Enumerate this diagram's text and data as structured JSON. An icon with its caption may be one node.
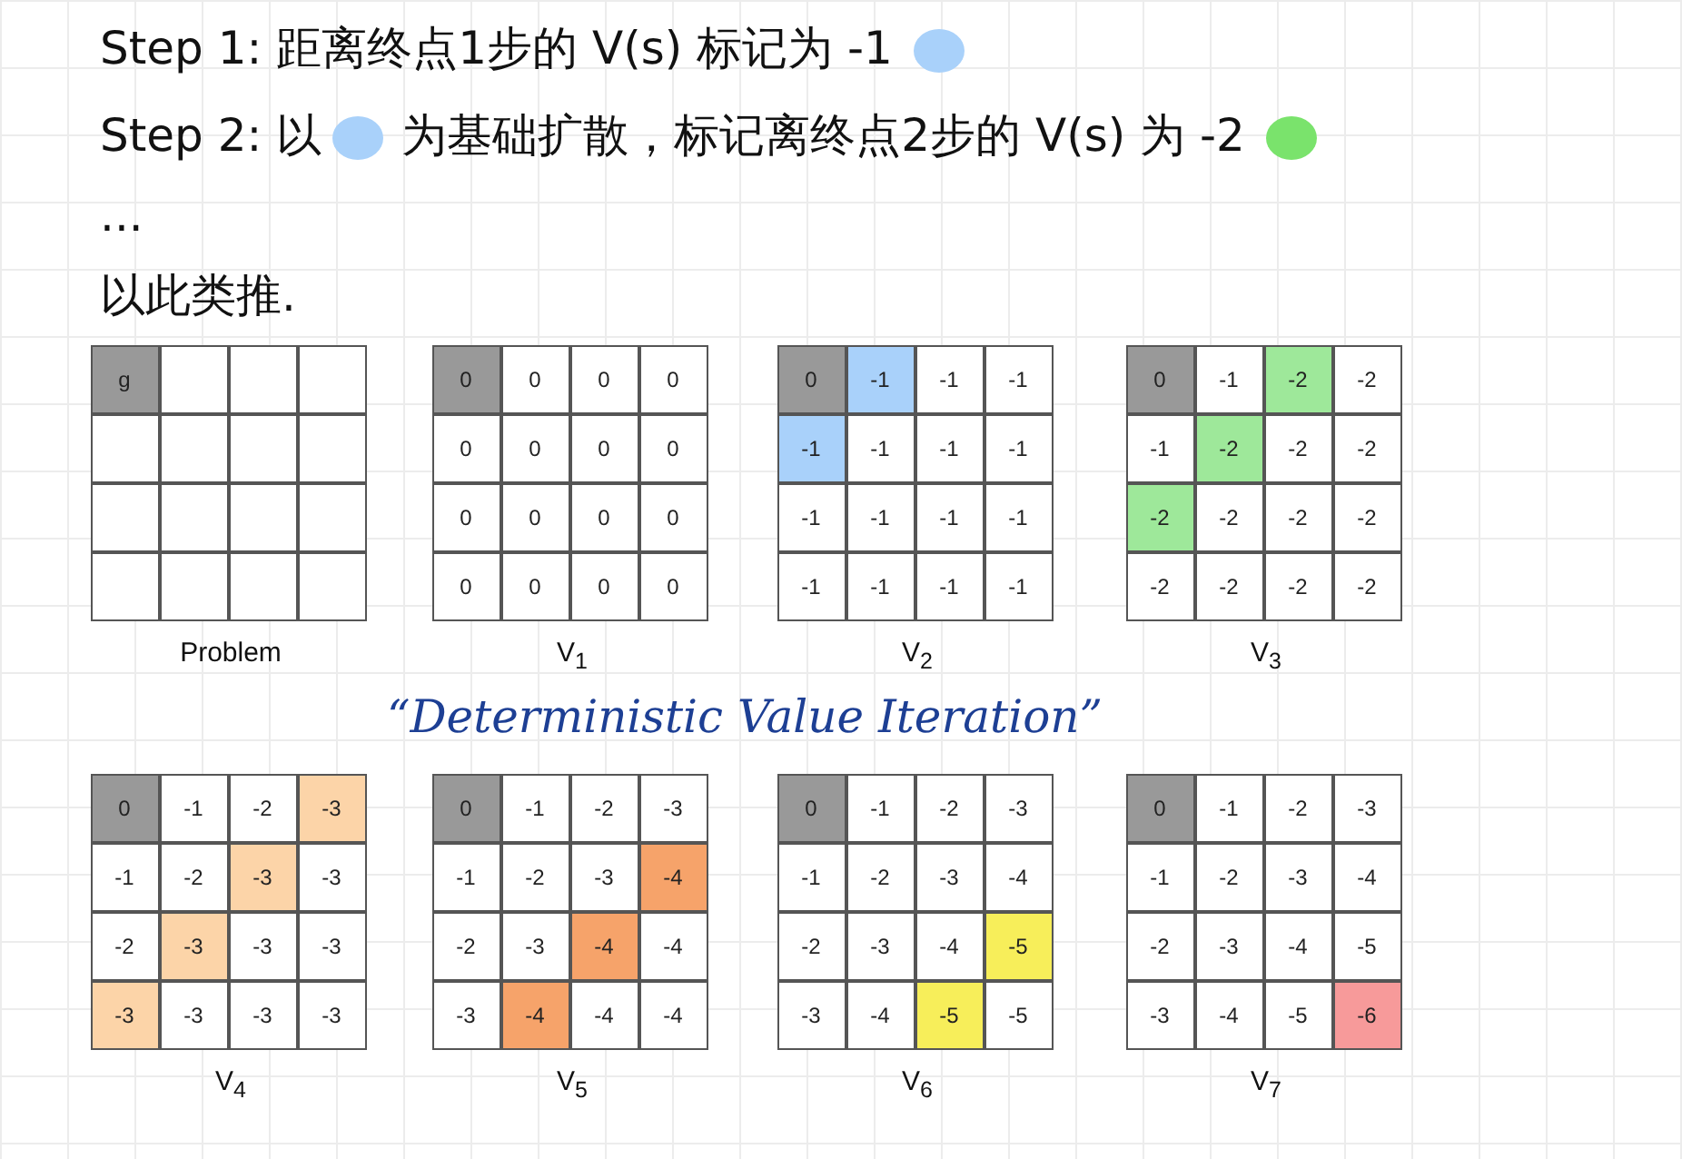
{
  "diagram": {
    "title": "“Deterministic Value Iteration”",
    "nodes": [
      {
        "text": [
          "Problem"
        ]
      },
      {
        "text": [
          "g"
        ],
        "in": 0
      },
      {
        "text": [],
        "shape": "box",
        "in": 0
      },
      {
        "text": [],
        "shape": "box",
        "in": 0
      },
      {
        "text": [],
        "shape": "box",
        "in": 0
      },
      {
        "text": [],
        "shape": "box",
        "in": 0
      },
      {
        "text": [],
        "shape": "box",
        "in": 0
      },
      {
        "text": [],
        "shape": "box",
        "in": 0
      },
      {
        "text": [],
        "shape": "box",
        "in": 0
      },
      {
        "text": [],
        "shape": "box",
        "in": 0
      },
      {
        "text": [],
        "shape": "box",
        "in": 0
      },
      {
        "text": [],
        "shape": "box",
        "in": 0
      },
      {
        "text": [],
        "shape": "box",
        "in": 0
      },
      {
        "text": [],
        "shape": "box",
        "in": 0
      },
      {
        "text": [],
        "shape": "box",
        "in": 0
      },
      {
        "text": [],
        "shape": "box",
        "in": 0
      },
      {
        "text": [],
        "shape": "box",
        "in": 0
      },
      {
        "text": [
          "V$_{1}$"
        ]
      },
      {
        "text": [
          "0"
        ],
        "in": 17
      },
      {
        "text": [
          "0"
        ],
        "in": 17
      },
      {
        "text": [
          "0"
        ],
        "in": 17
      },
      {
        "text": [
          "0"
        ],
        "in": 17
      },
      {
        "text": [
          "0"
        ],
        "in": 17
      },
      {
        "text": [
          "0"
        ],
        "in": 17
      },
      {
        "text": [
          "0"
        ],
        "in": 17
      },
      {
        "text": [
          "0"
        ],
        "in": 17
      },
      {
        "text": [
          "0"
        ],
        "in": 17
      },
      {
        "text": [
          "0"
        ],
        "in": 17
      },
      {
        "text": [
          "0"
        ],
        "in": 17
      },
      {
        "text": [
          "0"
        ],
        "in": 17
      },
      {
        "text": [
          "0"
        ],
        "in": 17
      },
      {
        "text": [
          "0"
        ],
        "in": 17
      },
      {
        "text": [
          "0"
        ],
        "in": 17
      },
      {
        "text": [
          "0"
        ],
        "in": 17
      },
      {
        "text": [
          "V$_{2}$"
        ]
      },
      {
        "text": [
          "0"
        ],
        "in": 34
      },
      {
        "text": [
          "-1"
        ],
        "in": 34
      },
      {
        "text": [
          "-1"
        ],
        "in": 34
      },
      {
        "text": [
          "-1"
        ],
        "in": 34
      },
      {
        "text": [
          "-1"
        ],
        "in": 34
      },
      {
        "text": [
          "-1"
        ],
        "in": 34
      },
      {
        "text": [
          "-1"
        ],
        "in": 34
      },
      {
        "text": [
          "-1"
        ],
        "in": 34
      },
      {
        "text": [
          "-1"
        ],
        "in": 34
      },
      {
        "text": [
          "-1"
        ],
        "in": 34
      },
      {
        "text": [
          "-1"
        ],
        "in": 34
      },
      {
        "text": [
          "-1"
        ],
        "in": 34
      },
      {
        "text": [
          "-1"
        ],
        "in": 34
      },
      {
        "text": [
          "-1"
        ],
        "in": 34
      },
      {
        "text": [
          "-1"
        ],
        "in": 34
      },
      {
        "text": [
          "-1"
        ],
        "in": 34
      },
      {
        "text": [
          "V$_{3}$"
        ]
      },
      {
        "text": [
          "0"
        ],
        "in": 51
      },
      {
        "text": [
          "-1"
        ],
        "in": 51
      },
      {
        "text": [
          "-2"
        ],
        "in": 51
      },
      {
        "text": [
          "-2"
        ],
        "in": 51
      },
      {
        "text": [
          "-1"
        ],
        "in": 51
      },
      {
        "text": [
          "-2"
        ],
        "in": 51
      },
      {
        "text": [
          "-2"
        ],
        "in": 51
      },
      {
        "text": [
          "-2"
        ],
        "in": 51
      },
      {
        "text": [
          "-2"
        ],
        "in": 51
      },
      {
        "text": [
          "-2"
        ],
        "in": 51
      },
      {
        "text": [
          "-2"
        ],
        "in": 51
      },
      {
        "text": [
          "-2"
        ],
        "in": 51
      },
      {
        "text": [
          "-2"
        ],
        "in": 51
      },
      {
        "text": [
          "-2"
        ],
        "in": 51
      },
      {
        "text": [
          "-2"
        ],
        "in": 51
      },
      {
        "text": [
          "-2"
        ],
        "in": 51
      },
      {
        "text": [
          "V$_{4}$"
        ]
      },
      {
        "text": [
          "0"
        ],
        "in": 68
      },
      {
        "text": [
          "-1"
        ],
        "in": 68
      },
      {
        "text": [
          "-2"
        ],
        "in": 68
      },
      {
        "text": [
          "-3"
        ],
        "in": 68
      },
      {
        "text": [
          "-1"
        ],
        "in": 68
      },
      {
        "text": [
          "-2"
        ],
        "in": 68
      },
      {
        "text": [
          "-3"
        ],
        "in": 68
      },
      {
        "text": [
          "-3"
        ],
        "in": 68
      },
      {
        "text": [
          "-2"
        ],
        "in": 68
      },
      {
        "text": [
          "-3"
        ],
        "in": 68
      },
      {
        "text": [
          "-3"
        ],
        "in": 68
      },
      {
        "text": [
          "-3"
        ],
        "in": 68
      },
      {
        "text": [
          "-3"
        ],
        "in": 68
      },
      {
        "text": [
          "-3"
        ],
        "in": 68
      },
      {
        "text": [
          "-3"
        ],
        "in": 68
      },
      {
        "text": [
          "-3"
        ],
        "in": 68
      },
      {
        "text": [
          "V$_{5}$"
        ]
      },
      {
        "text": [
          "0"
        ],
        "in": 85
      },
      {
        "text": [
          "-1"
        ],
        "in": 85
      },
      {
        "text": [
          "-2"
        ],
        "in": 85
      },
      {
        "text": [
          "-3"
        ],
        "in": 85
      },
      {
        "text": [
          "-1"
        ],
        "in": 85
      },
      {
        "text": [
          "-2"
        ],
        "in": 85
      },
      {
        "text": [
          "-3"
        ],
        "in": 85
      },
      {
        "text": [
          "-4"
        ],
        "in": 85
      },
      {
        "text": [
          "-2"
        ],
        "in": 85
      },
      {
        "text": [
          "-3"
        ],
        "in": 85
      },
      {
        "text": [
          "-4"
        ],
        "in": 85
      },
      {
        "text": [
          "-4"
        ],
        "in": 85
      },
      {
        "text": [
          "-3"
        ],
        "in": 85
      },
      {
        "text": [
          "-4"
        ],
        "in": 85
      },
      {
        "text": [
          "-4"
        ],
        "in": 85
      },
      {
        "text": [
          "-4"
        ],
        "in": 85
      },
      {
        "text": [
          "V$_{6}$"
        ]
      },
      {
        "text": [
          "0"
        ],
        "in": 102
      },
      {
        "text": [
          "-1"
        ],
        "in": 102
      },
      {
        "text": [
          "-2"
        ],
        "in": 102
      },
      {
        "text": [
          "-3"
        ],
        "in": 102
      },
      {
        "text": [
          "-1"
        ],
        "in": 102
      },
      {
        "text": [
          "-2"
        ],
        "in": 102
      },
      {
        "text": [
          "-3"
        ],
        "in": 102
      },
      {
        "text": [
          "-4"
        ],
        "in": 102
      },
      {
        "text": [
          "-2"
        ],
        "in": 102
      },
      {
        "text": [
          "-3"
        ],
        "in": 102
      },
      {
        "text": [
          "-4"
        ],
        "in": 102
      },
      {
        "text": [
          "-5"
        ],
        "in": 102
      },
      {
        "text": [
          "-3"
        ],
        "in": 102
      },
      {
        "text": [
          "-4"
        ],
        "in": 102
      },
      {
        "text": [
          "-5"
        ],
        "in": 102
      },
      {
        "text": [
          "-5"
        ],
        "in": 102
      },
      {
        "text": [
          "V$_{7}$"
        ]
      },
      {
        "text": [
          "0"
        ],
        "in": 119
      },
      {
        "text": [
          "-1"
        ],
        "in": 119
      },
      {
        "text": [
          "-2"
        ],
        "in": 119
      },
      {
        "text": [
          "-3"
        ],
        "in": 119
      },
      {
        "text": [
          "-1"
        ],
        "in": 119
      },
      {
        "text": [
          "-2"
        ],
        "in": 119
      },
      {
        "text": [
          "-3"
        ],
        "in": 119
      },
      {
        "text": [
          "-4"
        ],
        "in": 119
      },
      {
        "text": [
          "-2"
        ],
        "in": 119
      },
      {
        "text": [
          "-3"
        ],
        "in": 119
      },
      {
        "text": [
          "-4"
        ],
        "in": 119
      },
      {
        "text": [
          "-5"
        ],
        "in": 119
      },
      {
        "text": [
          "-3"
        ],
        "in": 119
      },
      {
        "text": [
          "-4"
        ],
        "in": 119
      },
      {
        "text": [
          "-5"
        ],
        "in": 119
      },
      {
        "text": [
          "-6"
        ],
        "in": 119
      }
    ],
    "labels": [
      "Step 1:  距离终点1步的 V(s) 标记为 -1",
      "Step 2:  以",
      "为基础扩散，标记离终点2步的 V(s) 为 -2",
      "...",
      "以此类推."
    ]
  }
}
